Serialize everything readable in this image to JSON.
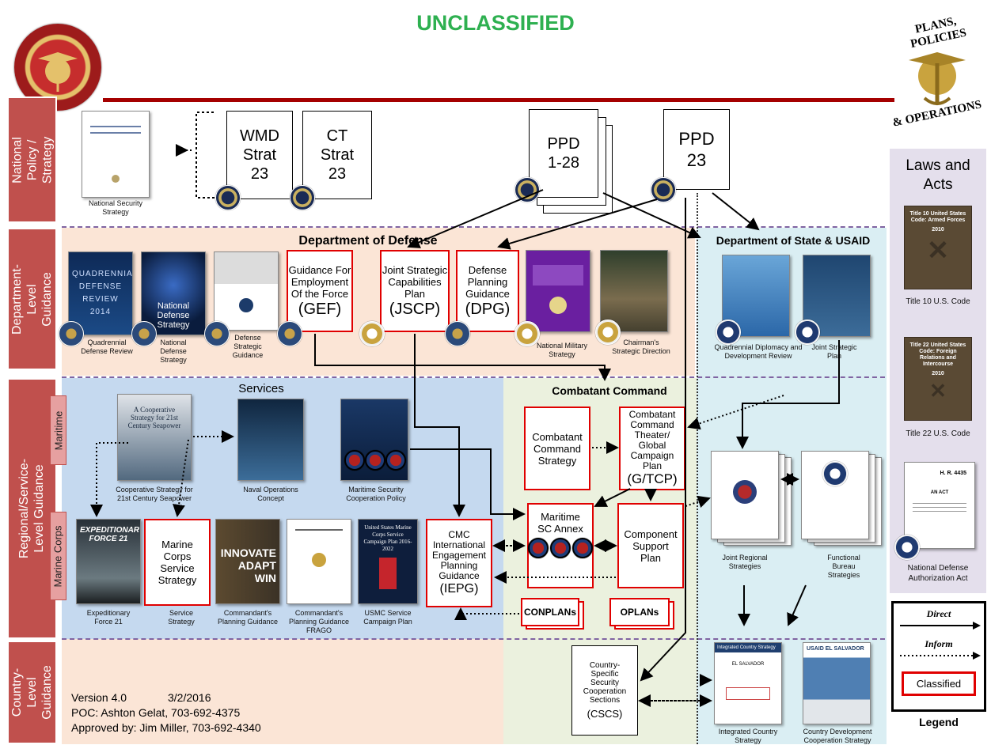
{
  "classification": "UNCLASSIFIED",
  "corner_logo_text": [
    "PLANS, POLICIES",
    "& OPERATIONS"
  ],
  "row_labels": {
    "national": "National Policy / Strategy",
    "department": "Department-Level Guidance",
    "regional": "Regional/Service-Level Guidance",
    "maritime": "Maritime",
    "marine_corps": "Marine Corps",
    "country": "Country-Level Guidance"
  },
  "national": {
    "nss_caption": "National Security Strategy",
    "wmd": "WMD Strat 23",
    "ct": "CT Strat 23",
    "ppd128": "PPD 1-28",
    "ppd23": "PPD 23"
  },
  "laws": {
    "title": "Laws and Acts",
    "t10_book": "Title 10 United States Code: Armed Forces",
    "t10_year": "2010",
    "t10_caption": "Title 10 U.S. Code",
    "t22_book": "Title 22 United States Code: Foreign Relations and Intercourse",
    "t22_year": "2010",
    "t22_caption": "Title 22 U.S. Code",
    "ndaa_caption": "National Defense Authorization Act",
    "ndaa_doc": "H. R. 4435",
    "ndaa_sub": "AN ACT"
  },
  "dod": {
    "header": "Department of Defense",
    "qdr_caption": "Quadrennial Defense Review",
    "qdr_cover": "QUADRENNIAL DEFENSE REVIEW 2014",
    "nds_caption": "National Defense Strategy",
    "nds_cover": "National Defense Strategy",
    "dsg_caption": "Defense Strategic Guidance",
    "gef": "Guidance For Employment Of the Force",
    "gef_abbr": "(GEF)",
    "jscp": "Joint Strategic Capabilities Plan",
    "jscp_abbr": "(JSCP)",
    "dpg": "Defense Planning Guidance",
    "dpg_abbr": "(DPG)",
    "nms_caption": "National Military Strategy",
    "csd_caption": "Chairman's Strategic Direction"
  },
  "state": {
    "header": "Department of State & USAID",
    "qddr_caption": "Quadrennial Diplomacy and Development Review",
    "jsp_caption": "Joint Strategic Plan",
    "jrs_caption": "Joint Regional Strategies",
    "fbs_caption": "Functional Bureau Strategies",
    "ics_caption": "Integrated Country Strategy",
    "cdcs_caption": "Country Development Cooperation Strategy",
    "ics_cover": "Integrated Country Strategy",
    "ics_country": "EL SALVADOR",
    "cdcs_cover": "USAID EL SALVADOR"
  },
  "services": {
    "header": "Services",
    "cs21_caption": "Cooperative Strategy for 21st Century Seapower",
    "cs21_cover": "A Cooperative Strategy for 21st Century Seapower",
    "noc_caption": "Naval Operations Concept",
    "mscp_caption": "Maritime Security Cooperation Policy",
    "ef21_caption": "Expeditionary Force 21",
    "ef21_cover": "EXPEDITIONARY FORCE 21",
    "mcss": "Marine Corps Service Strategy",
    "ss_caption": "Service Strategy",
    "cpg_caption": "Commandant's Planning Guidance",
    "cpg_cover": "INNOVATE ADAPT WIN",
    "frago_caption": "Commandant's Planning Guidance FRAGO",
    "scp_caption": "USMC Service Campaign Plan",
    "scp_cover": "United States Marine Corps Service Campaign Plan 2016-2022",
    "iepg": "CMC International Engagement Planning Guidance",
    "iepg_abbr": "(IEPG)"
  },
  "cocom": {
    "header": "Combatant Command",
    "ccs": "Combatant Command Strategy",
    "gtcp": "Combatant Command Theater/ Global Campaign Plan",
    "gtcp_abbr": "(G/TCP)",
    "msc": "Maritime SC Annex",
    "csp": "Component Support Plan",
    "conplans": "CONPLANs",
    "oplans": "OPLANs",
    "cscs": "Country-Specific Security Cooperation Sections",
    "cscs_abbr": "(CSCS)"
  },
  "legend": {
    "direct": "Direct",
    "inform": "Inform",
    "classified": "Classified",
    "title": "Legend"
  },
  "footer": {
    "version": "Version 4.0",
    "date": "3/2/2016",
    "poc": "POC: Ashton Gelat, 703-692-4375",
    "approved": "Approved by: Jim Miller, 703-692-4340"
  },
  "colors": {
    "red_label": "#c0504d",
    "classified_red": "#e00000",
    "dod_band": "#fbe5d6",
    "services_band": "#c5d9ef",
    "cocom_band": "#ebf1de",
    "state_band": "#daeef3",
    "laws_band": "#e4dfec",
    "green_title": "#2eb050"
  }
}
